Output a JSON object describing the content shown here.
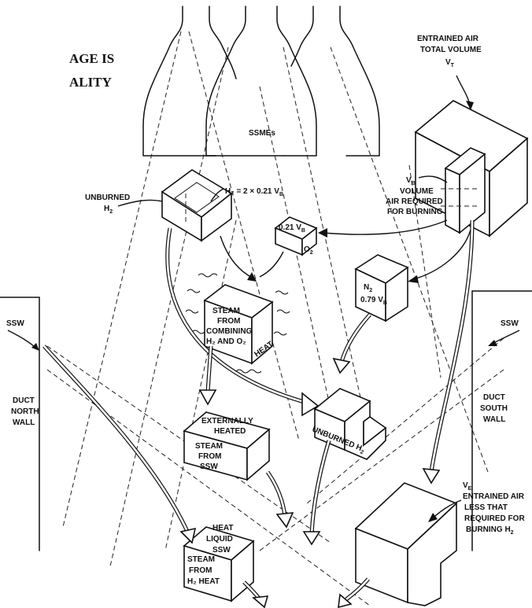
{
  "corner_text": {
    "line1": "AGE IS",
    "line2": "ALITY"
  },
  "labels": {
    "ssmes": "SSMEs",
    "entrained_air_l1": "ENTRAINED AIR",
    "entrained_air_l2": "TOTAL VOLUME",
    "vt": "V",
    "vt_sub": "T",
    "vb": "V",
    "vb_sub": "B",
    "volume_l1": "VOLUME",
    "volume_l2": "AIR REQUIRED",
    "volume_l3": "FOR BURNING",
    "unburned_l1": "UNBURNED",
    "unburned_l2": "H",
    "unburned_l2_sub": "2",
    "h2_eq": "H₂ = 2 × 0.21 V",
    "h2_eq_sub": "B",
    "o2_box_l1": "0.21 V",
    "o2_box_l1_sub": "B",
    "o2_box_l2": "O",
    "o2_box_l2_sub": "2",
    "n2_l1": "N",
    "n2_l1_sub": "2",
    "n2_l2": "0.79 V",
    "n2_l2_sub": "B",
    "steam_l1": "STEAM",
    "steam_l2": "FROM",
    "steam_l3": "COMBINING",
    "steam_l4": "H₂ AND O₂",
    "heat": "HEAT",
    "ssw_left": "SSW",
    "ssw_right": "SSW",
    "duct_north_l1": "DUCT",
    "duct_north_l2": "NORTH",
    "duct_north_l3": "WALL",
    "duct_south_l1": "DUCT",
    "duct_south_l2": "SOUTH",
    "duct_south_l3": "WALL",
    "ext_heated_l1": "EXTERNALLY",
    "ext_heated_l2": "HEATED",
    "ext_steam_l1": "STEAM",
    "ext_steam_l2": "FROM",
    "ext_steam_l3": "SSW",
    "unburned_h2_box": "UNBURNED H",
    "unburned_h2_box_sub": "2",
    "ve": "V",
    "ve_sub": "E",
    "ve_l1": "ENTRAINED AIR",
    "ve_l2": "LESS THAT",
    "ve_l3": "REQUIRED FOR",
    "ve_l4": "BURNING H",
    "ve_l4_sub": "2",
    "heat_liquid_l1": "HEAT",
    "heat_liquid_l2": "LIQUID",
    "heat_liquid_l3": "SSW",
    "steam_heat_l1": "STEAM",
    "steam_heat_l2": "FROM",
    "steam_heat_l3": "H₂ HEAT"
  }
}
